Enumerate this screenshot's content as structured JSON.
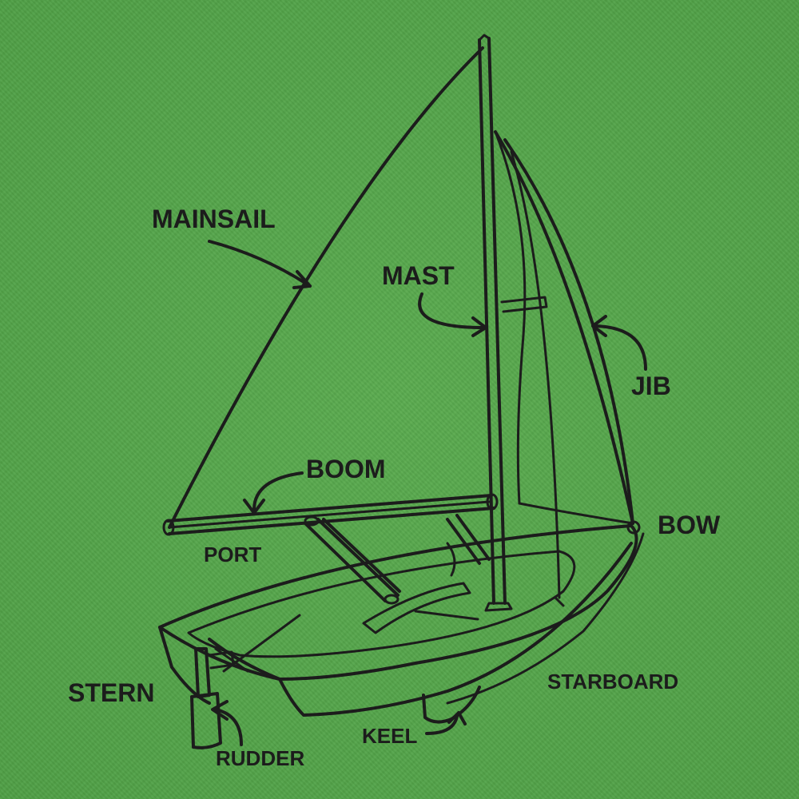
{
  "labels": {
    "mainsail": "MAINSAIL",
    "mast": "MAST",
    "jib": "JIB",
    "boom": "BOOM",
    "bow": "BOW",
    "port": "PORT",
    "stern": "STERN",
    "starboard": "STARBOARD",
    "keel": "KEEL",
    "rudder": "RUDDER"
  },
  "colors": {
    "background": "#55a54a",
    "ink": "#1c1c1c"
  }
}
